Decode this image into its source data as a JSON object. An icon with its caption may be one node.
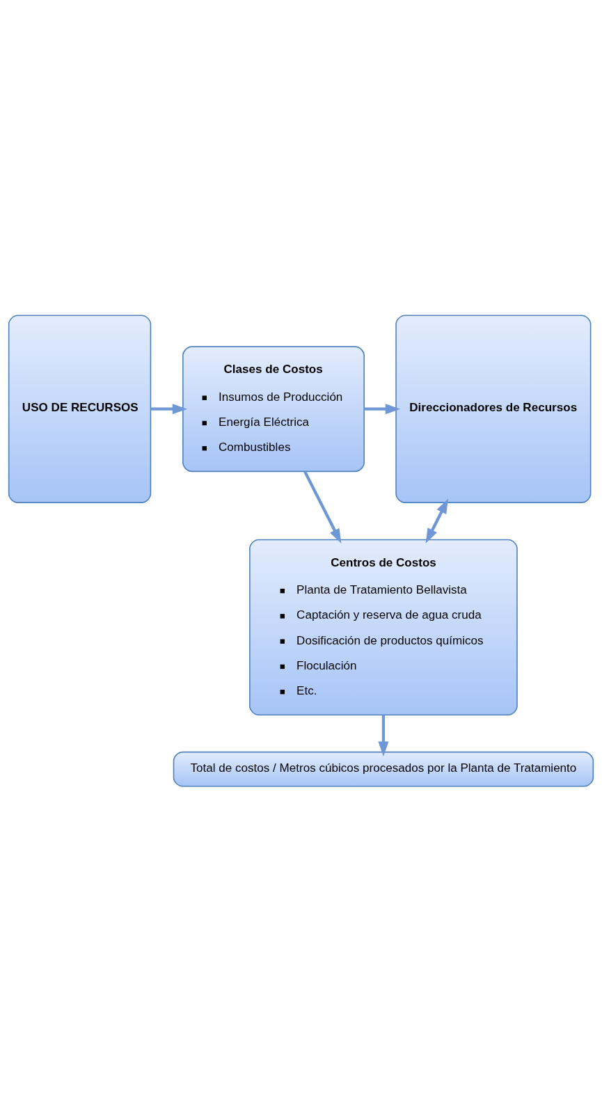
{
  "diagram": {
    "nodes": [
      {
        "text": [
          "USO DE RECURSOS"
        ]
      },
      {
        "text": [
          "Clases de Costos",
          "Insumos de Producción",
          "Energía Eléctrica",
          "Combustibles"
        ]
      },
      {
        "text": [
          "Direccionadores de Recursos"
        ]
      },
      {
        "text": [
          "Centros de Costos",
          "Planta de Tratamiento Bellavista",
          "Captación y reserva de agua cruda",
          "Dosificación de productos químicos",
          "Floculación",
          "Etc."
        ]
      },
      {
        "text": [
          "Total de costos / Metros cúbicos procesados por la Planta de Tratamiento"
        ]
      }
    ],
    "edges": [
      {
        "from": 0,
        "to": 1,
        "arrow": "to"
      },
      {
        "from": 1,
        "to": 2,
        "arrow": "to"
      },
      {
        "from": 1,
        "to": 3,
        "arrow": "to"
      },
      {
        "from": 2,
        "to": 3,
        "arrow": "both"
      },
      {
        "from": 3,
        "to": 4,
        "arrow": "to"
      }
    ]
  }
}
